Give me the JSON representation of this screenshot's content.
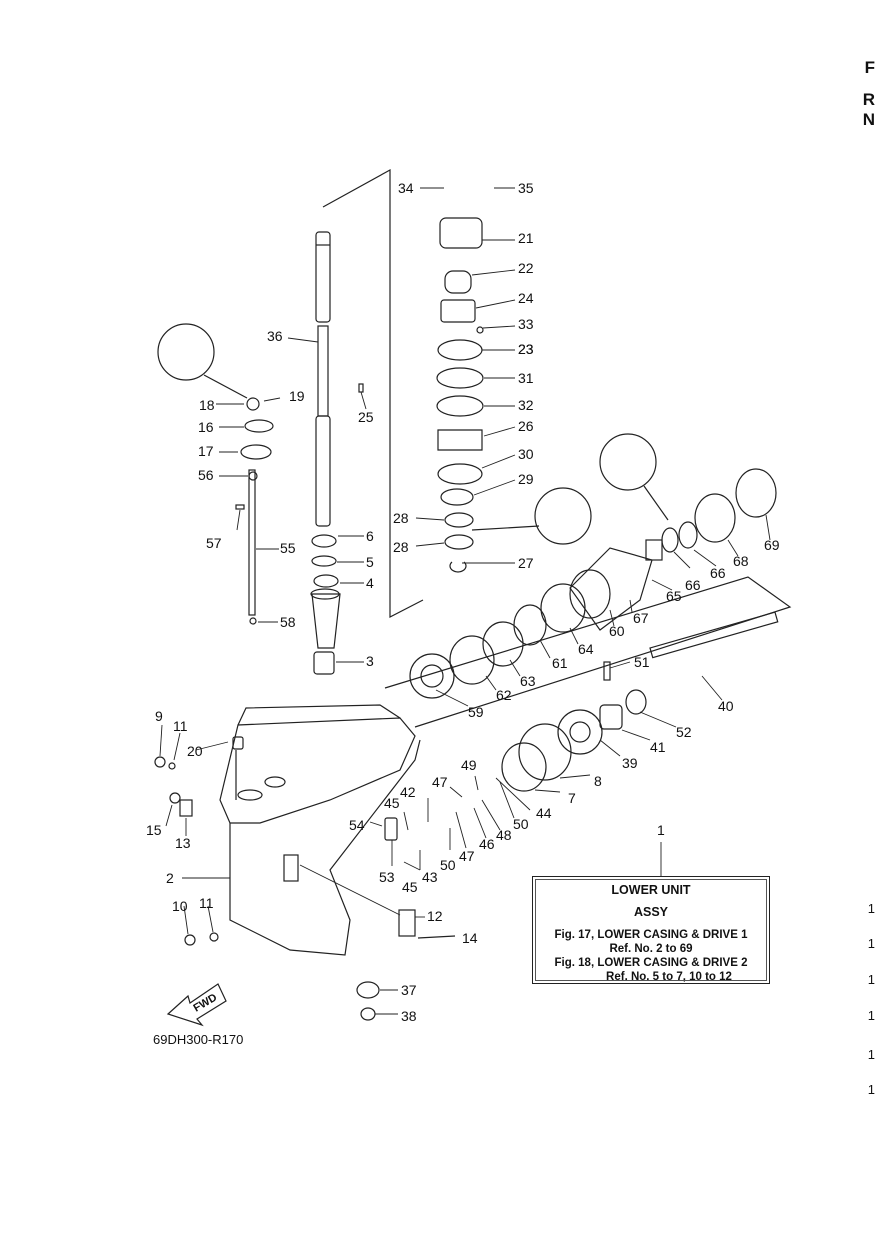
{
  "callouts": {
    "c1": "1",
    "c2": "2",
    "c3": "3",
    "c4": "4",
    "c5": "5",
    "c6": "6",
    "c7": "7",
    "c8": "8",
    "c9": "9",
    "c10": "10",
    "c11a": "11",
    "c11b": "11",
    "c12": "12",
    "c13": "13",
    "c14": "14",
    "c15": "15",
    "c16": "16",
    "c17": "17",
    "c18": "18",
    "c19": "19",
    "c20": "20",
    "c21": "21",
    "c22": "22",
    "c23a": "23",
    "c23b": "23",
    "c24": "24",
    "c25": "25",
    "c26": "26",
    "c27": "27",
    "c28a": "28",
    "c28b": "28",
    "c29": "29",
    "c30": "30",
    "c31": "31",
    "c32": "32",
    "c33": "33",
    "c34": "34",
    "c35": "35",
    "c36": "36",
    "c37": "37",
    "c38": "38",
    "c39": "39",
    "c40": "40",
    "c41": "41",
    "c42": "42",
    "c43": "43",
    "c44": "44",
    "c45a": "45",
    "c45b": "45",
    "c46": "46",
    "c47a": "47",
    "c47b": "47",
    "c48": "48",
    "c49": "49",
    "c50a": "50",
    "c50b": "50",
    "c51": "51",
    "c52": "52",
    "c53": "53",
    "c54": "54",
    "c55": "55",
    "c56": "56",
    "c57": "57",
    "c58": "58",
    "c59": "59",
    "c60": "60",
    "c61": "61",
    "c62": "62",
    "c63": "63",
    "c64": "64",
    "c65": "65",
    "c66a": "66",
    "c66b": "66",
    "c67": "67",
    "c68": "68",
    "c69": "69"
  },
  "reference_box": {
    "title": "LOWER UNIT",
    "subtitle": "ASSY",
    "line1": "Fig. 17, LOWER CASING & DRIVE 1",
    "line2": "Ref. No. 2 to 69",
    "line3": "Fig. 18, LOWER CASING & DRIVE 2",
    "line4": "Ref. No. 5 to 7, 10 to 12"
  },
  "fwd_label": "FWD",
  "diagram_code": "69DH300-R170",
  "page_edge": {
    "letters": [
      "F",
      "R",
      "N"
    ],
    "numbers": [
      "1",
      "1",
      "1",
      "1",
      "1",
      "1"
    ]
  }
}
